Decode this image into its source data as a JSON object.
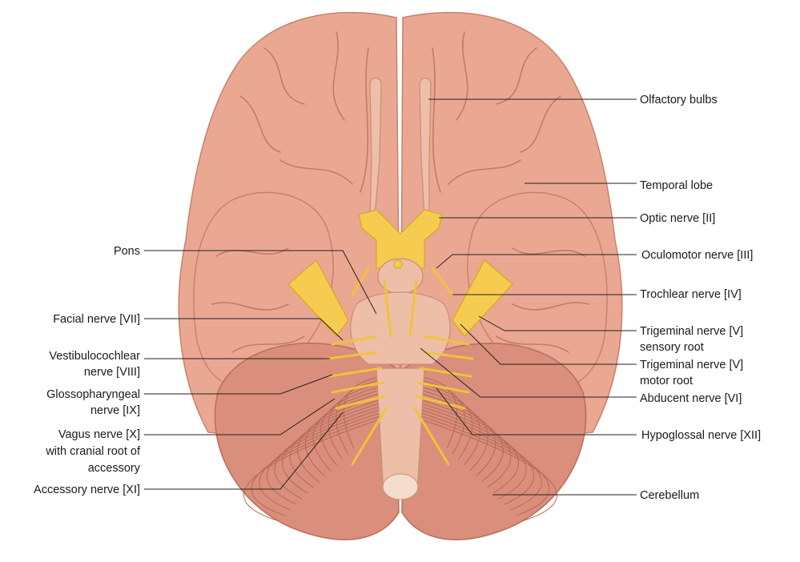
{
  "labels": {
    "olfactory_bulbs": "Olfactory bulbs",
    "temporal_lobe": "Temporal lobe",
    "optic_nerve": "Optic nerve [II]",
    "oculomotor_nerve": "Oculomotor nerve [III]",
    "trochlear_nerve": "Trochlear nerve [IV]",
    "trigeminal_sensory_1": "Trigeminal nerve [V]",
    "trigeminal_sensory_2": "sensory root",
    "trigeminal_motor_1": "Trigeminal nerve [V]",
    "trigeminal_motor_2": "motor root",
    "abducent_nerve": "Abducent nerve [VI]",
    "hypoglossal_nerve": "Hypoglossal nerve [XII]",
    "cerebellum": "Cerebellum",
    "pons": "Pons",
    "facial_nerve": "Facial nerve [VII]",
    "vestibulocochlear_1": "Vestibulocochlear",
    "vestibulocochlear_2": "nerve [VIII]",
    "glossopharyngeal_1": "Glossopharyngeal",
    "glossopharyngeal_2": "nerve [IX]",
    "vagus_1": "Vagus nerve [X]",
    "vagus_2": "with cranial root of",
    "vagus_3": "accessory",
    "accessory_nerve": "Accessory nerve [XI]"
  },
  "colors": {
    "cortex": "#eaa892",
    "cerebellum": "#d98f7b",
    "nerve": "#f6cc50"
  }
}
